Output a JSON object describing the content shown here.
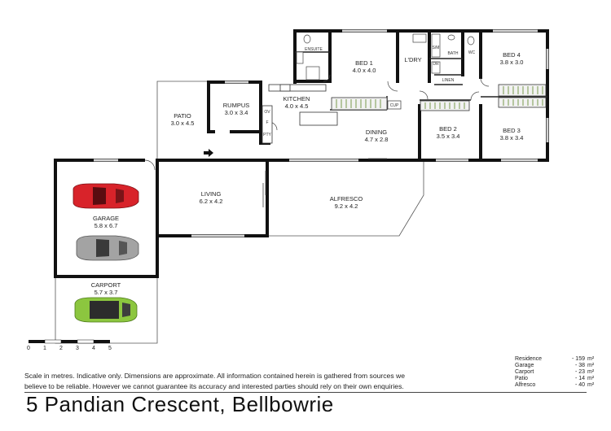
{
  "rooms": {
    "patio": {
      "name": "PATIO",
      "dims": "3.0 x 4.5"
    },
    "rumpus": {
      "name": "RUMPUS",
      "dims": "3.0 x 3.4"
    },
    "kitchen": {
      "name": "KITCHEN",
      "dims": "4.0 x 4.5"
    },
    "bed1": {
      "name": "BED 1",
      "dims": "4.0 x 4.0"
    },
    "ensuite": {
      "name": "ENSUITE"
    },
    "laundry": {
      "name": "L'DRY"
    },
    "bath": {
      "name": "BATH"
    },
    "wc": {
      "name": "WC"
    },
    "linen": {
      "name": "LINEN"
    },
    "bed4": {
      "name": "BED 4",
      "dims": "3.8 x 3.0"
    },
    "bed2": {
      "name": "BED 2",
      "dims": "3.5 x 3.4"
    },
    "bed3": {
      "name": "BED 3",
      "dims": "3.8 x 3.4"
    },
    "dining": {
      "name": "DINING",
      "dims": "4.7 x 2.8"
    },
    "living": {
      "name": "LIVING",
      "dims": "6.2 x 4.2"
    },
    "alfresco": {
      "name": "ALFRESCO",
      "dims": "9.2 x 4.2"
    },
    "garage": {
      "name": "GARAGE",
      "dims": "5.8 x 6.7"
    },
    "carport": {
      "name": "CARPORT",
      "dims": "5.7 x 3.7"
    }
  },
  "fixtures": {
    "cup": "CUP",
    "ov": "OV",
    "f": "F",
    "pty": "PTY",
    "sm": "S/M",
    "dr": "DR"
  },
  "scale_bar": {
    "ticks": [
      "0",
      "1",
      "2",
      "3",
      "4",
      "5"
    ]
  },
  "disclaimer": {
    "line1": "Scale in metres. Indicative only. Dimensions are approximate.  All information contained herein is gathered from sources we",
    "line2": "believe to be reliable. However we cannot guarantee its accuracy and interested parties should rely on their own enquiries."
  },
  "areas": [
    {
      "name": "Residence",
      "value": "- 159",
      "unit": "m²"
    },
    {
      "name": "Garage",
      "value": "- 38",
      "unit": "m²"
    },
    {
      "name": "Carport",
      "value": "- 23",
      "unit": "m²"
    },
    {
      "name": "Patio",
      "value": "- 14",
      "unit": "m²"
    },
    {
      "name": "Alfresco",
      "value": "- 40",
      "unit": "m²"
    }
  ],
  "address": "5 Pandian Crescent, Bellbowrie",
  "colors": {
    "wall": "#111111",
    "car1": "#d8232a",
    "car2": "#9a9a9a",
    "car3": "#8cc63f",
    "robe": "#6b8f3a"
  }
}
